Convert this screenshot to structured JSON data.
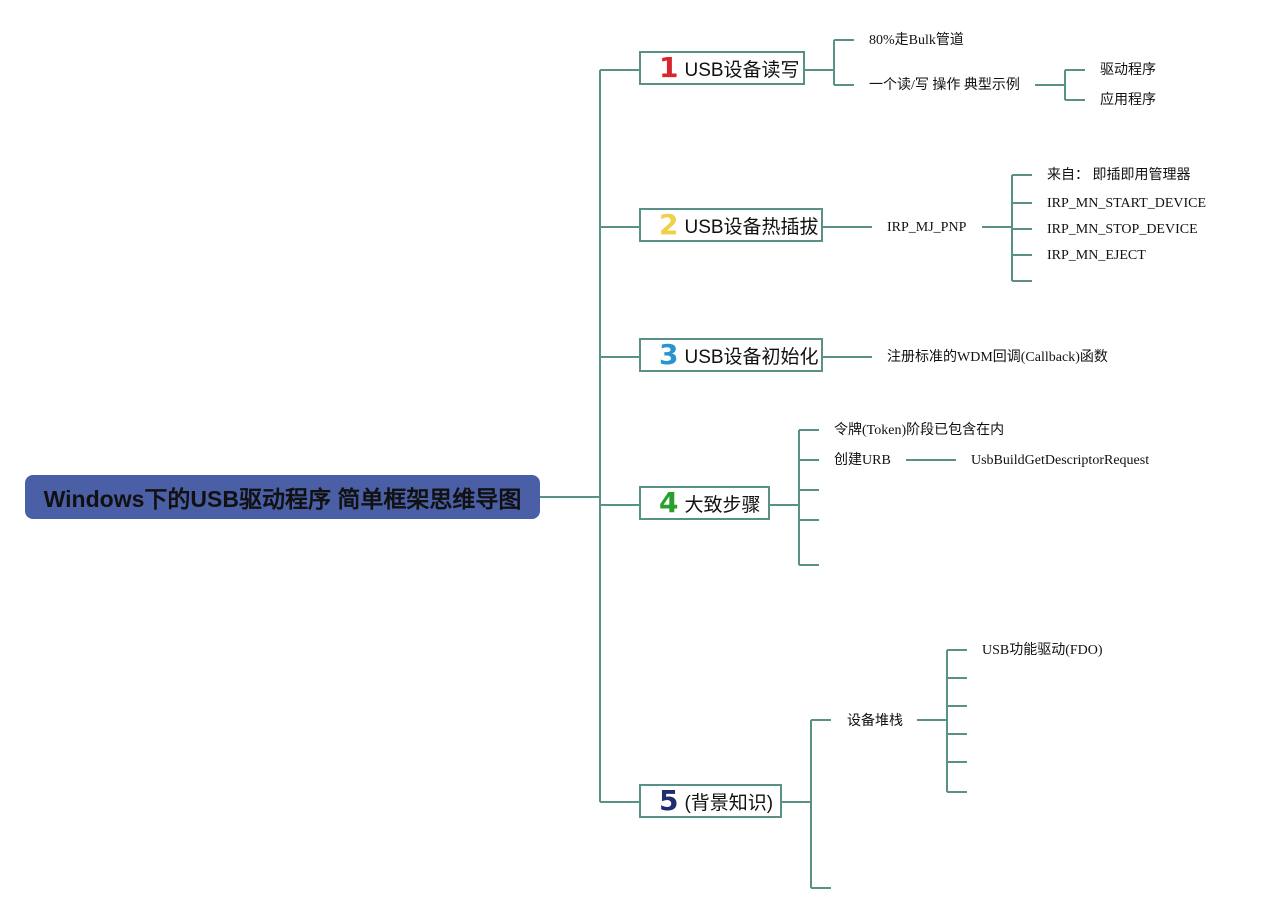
{
  "root": {
    "title": "Windows下的USB驱动程序 简单框架思维导图"
  },
  "branches": [
    {
      "num": "1",
      "label": "USB设备读写",
      "num_color": "#d7262e",
      "children": [
        "80%走Bulk管道",
        "一个读/写 操作 典型示例"
      ],
      "sub": [
        "驱动程序",
        "应用程序"
      ]
    },
    {
      "num": "2",
      "label": "USB设备热插拔",
      "num_color": "#f0cf4a",
      "children": [
        "IRP_MJ_PNP"
      ],
      "sub": [
        "来自： 即插即用管理器",
        "IRP_MN_START_DEVICE",
        "IRP_MN_STOP_DEVICE",
        "IRP_MN_EJECT"
      ]
    },
    {
      "num": "3",
      "label": "USB设备初始化",
      "num_color": "#2a93d0",
      "children": [
        "注册标准的WDM回调(Callback)函数"
      ]
    },
    {
      "num": "4",
      "label": "大致步骤",
      "num_color": "#2aa02a",
      "children": [
        "令牌(Token)阶段已包含在内",
        "创建URB"
      ],
      "sub": [
        "UsbBuildGetDescriptorRequest"
      ]
    },
    {
      "num": "5",
      "label": "(背景知识)",
      "num_color": "#1f2d6e",
      "children": [
        "设备堆栈"
      ],
      "sub": [
        "USB功能驱动(FDO)"
      ]
    }
  ],
  "colors": {
    "line": "#5a9187",
    "root_bg": "#4a5fa6",
    "node_border": "#5a9187"
  }
}
